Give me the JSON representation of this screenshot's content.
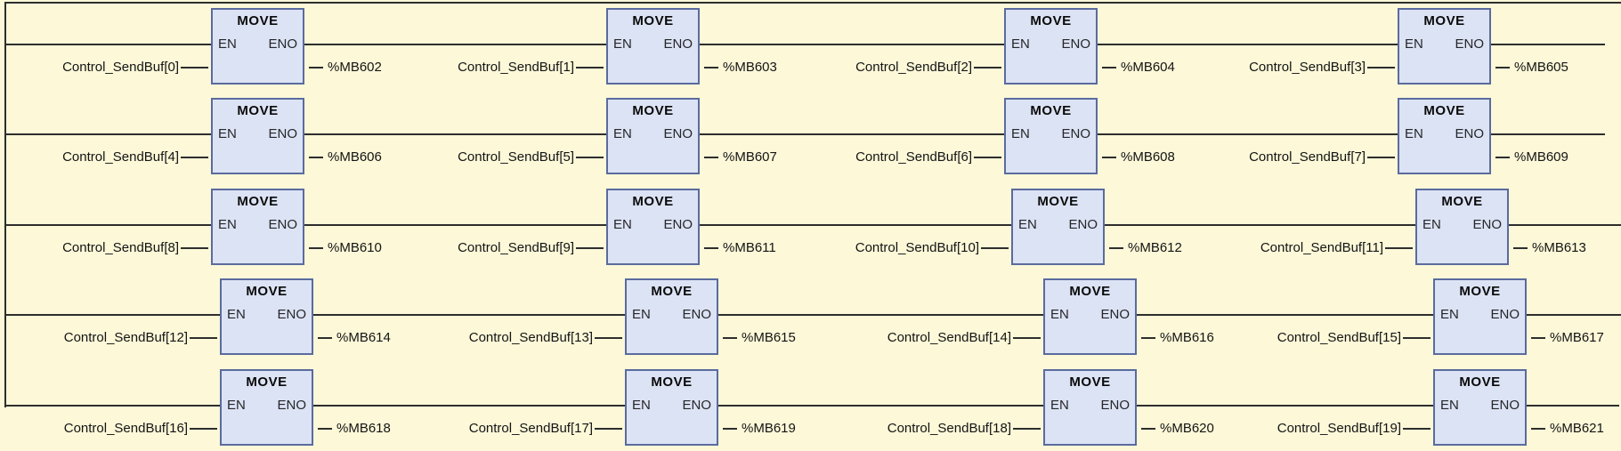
{
  "diagram": {
    "type": "plc-ladder-lad-network",
    "block_title": "MOVE",
    "en_label": "EN",
    "eno_label": "ENO",
    "colors": {
      "background": "#fcf8d8",
      "block_fill": "#dce3f4",
      "block_border": "#5a6b9e",
      "wire": "#2e2e2e",
      "text": "#141414"
    },
    "rows": [
      {
        "cells": [
          {
            "input": "Control_SendBuf[0]",
            "output": "%MB602"
          },
          {
            "input": "Control_SendBuf[1]",
            "output": "%MB603"
          },
          {
            "input": "Control_SendBuf[2]",
            "output": "%MB604"
          },
          {
            "input": "Control_SendBuf[3]",
            "output": "%MB605"
          }
        ]
      },
      {
        "cells": [
          {
            "input": "Control_SendBuf[4]",
            "output": "%MB606"
          },
          {
            "input": "Control_SendBuf[5]",
            "output": "%MB607"
          },
          {
            "input": "Control_SendBuf[6]",
            "output": "%MB608"
          },
          {
            "input": "Control_SendBuf[7]",
            "output": "%MB609"
          }
        ]
      },
      {
        "cells": [
          {
            "input": "Control_SendBuf[8]",
            "output": "%MB610"
          },
          {
            "input": "Control_SendBuf[9]",
            "output": "%MB611"
          },
          {
            "input": "Control_SendBuf[10]",
            "output": "%MB612"
          },
          {
            "input": "Control_SendBuf[11]",
            "output": "%MB613"
          }
        ]
      },
      {
        "cells": [
          {
            "input": "Control_SendBuf[12]",
            "output": "%MB614"
          },
          {
            "input": "Control_SendBuf[13]",
            "output": "%MB615"
          },
          {
            "input": "Control_SendBuf[14]",
            "output": "%MB616"
          },
          {
            "input": "Control_SendBuf[15]",
            "output": "%MB617"
          }
        ]
      },
      {
        "cells": [
          {
            "input": "Control_SendBuf[16]",
            "output": "%MB618"
          },
          {
            "input": "Control_SendBuf[17]",
            "output": "%MB619"
          },
          {
            "input": "Control_SendBuf[18]",
            "output": "%MB620"
          },
          {
            "input": "Control_SendBuf[19]",
            "output": "%MB621"
          }
        ]
      }
    ]
  }
}
